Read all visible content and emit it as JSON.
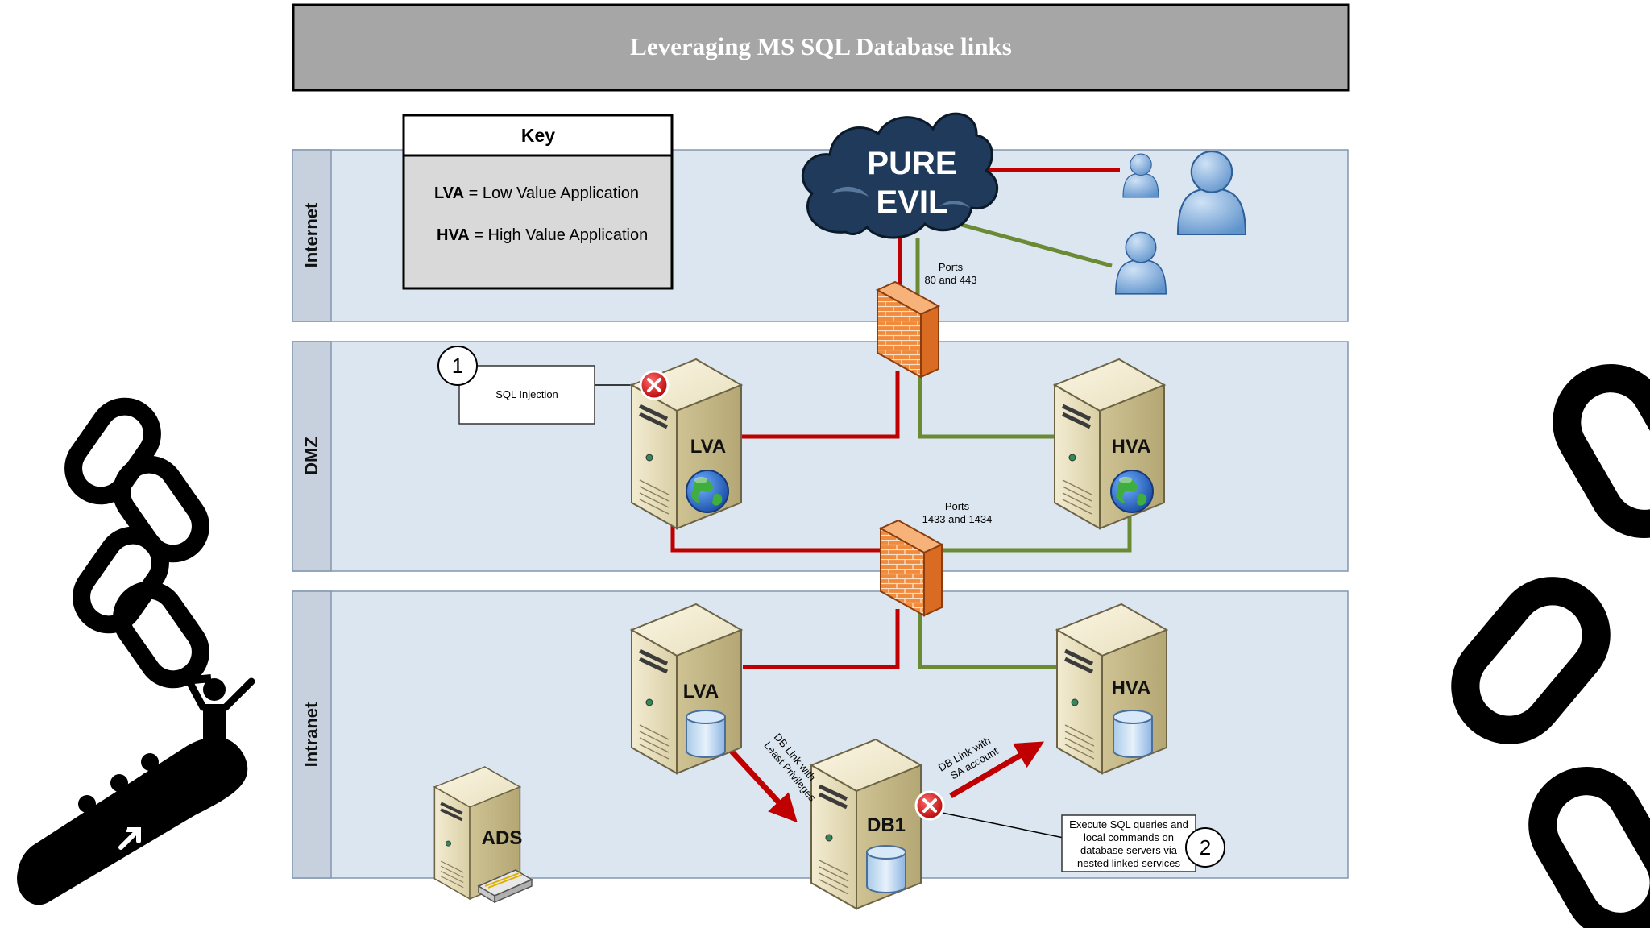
{
  "title": "Leveraging MS SQL Database links",
  "zones": {
    "internet": "Internet",
    "dmz": "DMZ",
    "intranet": "Intranet"
  },
  "key": {
    "title": "Key",
    "lva_abbr": "LVA",
    "lva_def": " = Low Value Application",
    "hva_abbr": "HVA",
    "hva_def": " = High Value Application"
  },
  "cloud": {
    "line1": "PURE",
    "line2": "EVIL"
  },
  "ports_web": {
    "line1": "Ports",
    "line2": "80 and 443"
  },
  "ports_sql": {
    "line1": "Ports",
    "line2": "1433 and 1434"
  },
  "callout_sql_injection": {
    "number": "1",
    "text": "SQL Injection"
  },
  "callout_execute": {
    "number": "2",
    "line1": "Execute SQL queries and",
    "line2": "local commands on",
    "line3": "database servers via",
    "line4": "nested linked services"
  },
  "servers": {
    "dmz_lva": "LVA",
    "dmz_hva": "HVA",
    "intranet_lva": "LVA",
    "intranet_hva": "HVA",
    "db1": "DB1",
    "ads": "ADS"
  },
  "links": {
    "least_line1": "DB Link with",
    "least_line2": "Least Privileges",
    "sa_line1": "DB Link with",
    "sa_line2": "SA account"
  },
  "colors": {
    "zone_fill": "#dce6f1",
    "title_fill": "#a6a6a6",
    "attack_red": "#c00000",
    "allowed_green": "#6a8a34",
    "cloud_dark": "#1f3a5a",
    "person_blue": "#8db4e2"
  },
  "icons": [
    "cloud-icon",
    "person-icon",
    "firewall-icon",
    "server-icon",
    "globe-icon",
    "database-icon",
    "error-x-icon",
    "chain-icon",
    "escalator-icon"
  ]
}
